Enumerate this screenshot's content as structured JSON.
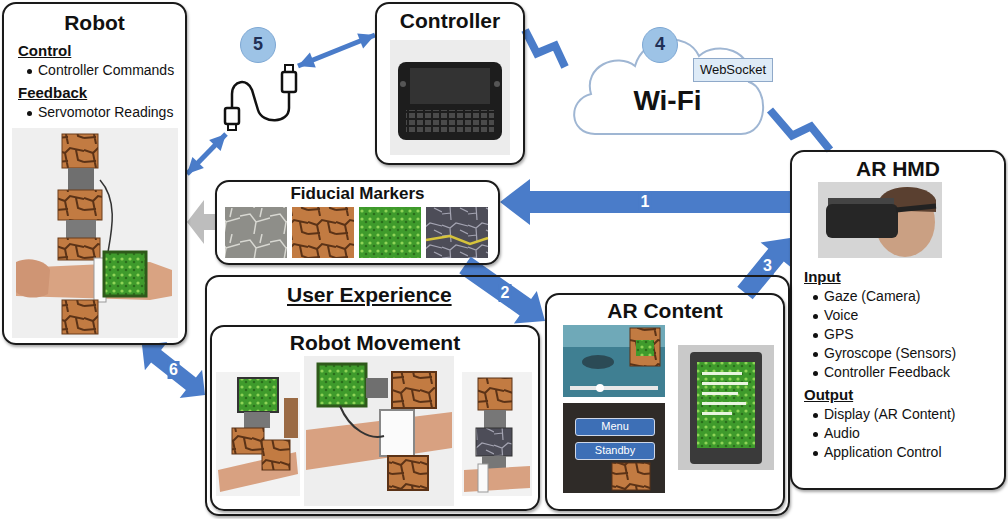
{
  "diagram": {
    "nodes": [
      {
        "text": [
          "Robot",
          "Control",
          "Controller Commands",
          "Feedback",
          "Servomotor Readings"
        ]
      },
      {
        "text": [
          "5"
        ]
      },
      {
        "text": [
          "Controller"
        ]
      },
      {
        "text": [
          "4"
        ]
      },
      {
        "text": [
          "Wi-Fi"
        ]
      },
      {
        "text": [
          "WebSocket"
        ]
      },
      {
        "text": [
          "Fiducial Markers"
        ]
      },
      {
        "text": [
          "AR HMD",
          "Input",
          "Gaze (Camera)",
          "Voice",
          "GPS",
          "Gyroscope (Sensors)",
          "Controller Feedback",
          "Output",
          "Display (AR Content)",
          "Audio",
          "Application Control"
        ]
      },
      {
        "text": [
          "User Experience"
        ]
      },
      {
        "text": [
          "Robot Movement"
        ],
        "in": 8
      },
      {
        "text": [
          "AR Content"
        ],
        "in": 8
      },
      {
        "text": [
          "Menu"
        ],
        "in": 10
      },
      {
        "text": [
          "Standby"
        ],
        "in": 10
      }
    ],
    "edges": [
      {
        "from": 7,
        "to": 6,
        "arrow": "to",
        "label": "1"
      },
      {
        "from": 6,
        "to": 0,
        "arrow": "to"
      },
      {
        "from": 6,
        "to": 10,
        "arrow": "to",
        "label": "2"
      },
      {
        "from": 10,
        "to": 7,
        "arrow": "to",
        "label": "3"
      },
      {
        "from": 2,
        "to": 0,
        "arrow": "both"
      },
      {
        "from": 0,
        "to": 8,
        "arrow": "both",
        "label": "6"
      },
      {
        "from": 2,
        "to": 4,
        "arrow": "none"
      },
      {
        "from": 4,
        "to": 7,
        "arrow": "none"
      }
    ]
  }
}
